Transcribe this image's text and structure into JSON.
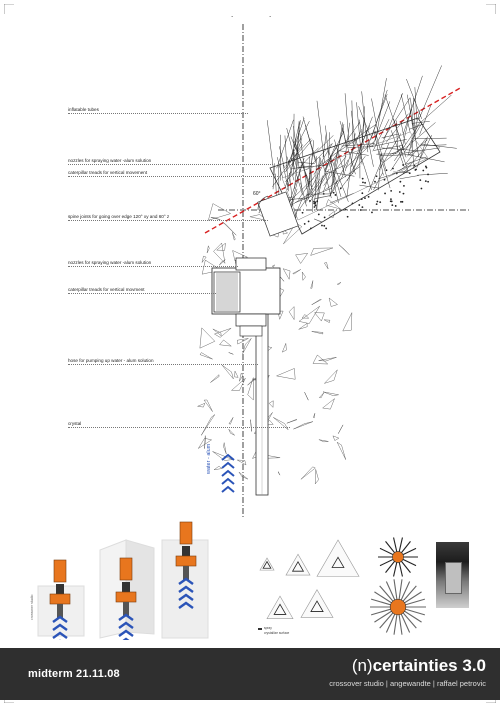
{
  "header": {
    "marks": [
      ".",
      "."
    ]
  },
  "annotations": [
    {
      "id": "inflatable-tubes",
      "text": "inflatable tubes"
    },
    {
      "id": "nozzles-1",
      "text": "nozzles for spraying water -alum solution"
    },
    {
      "id": "caterpillar-1",
      "text": "caterpillar treads for vertical movement"
    },
    {
      "id": "spine-joints",
      "text": "spine joints for going over edge 120° xy and 60° z"
    },
    {
      "id": "nozzles-2",
      "text": "nozzles for spraying water -alum solution"
    },
    {
      "id": "caterpillar-2",
      "text": "caterpillar treads for vertical movment"
    },
    {
      "id": "hose",
      "text": "hose for pumping up water - alum solution"
    },
    {
      "id": "crystal",
      "text": "crystal"
    }
  ],
  "angle_label": "60°",
  "pipe_label": "water - alum",
  "small_legend": [
    "spray",
    "crystallize surface"
  ],
  "photo_caption": "crossover studio",
  "footer": {
    "date": "midterm 21.11.08",
    "brand_paren": "(n)",
    "brand_rest": "certainties 3.0",
    "credit": "crossover studio | angewandte | raffael petrovic"
  },
  "colors": {
    "footer_bg": "#2f2f2f",
    "accent_red": "#d82020",
    "orange": "#e8761e",
    "chevron_blue": "#2b54b8"
  }
}
